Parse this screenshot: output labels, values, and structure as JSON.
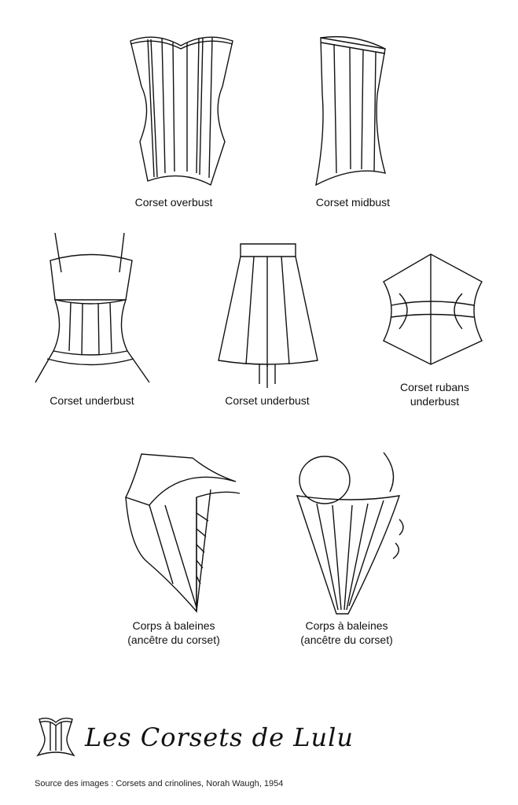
{
  "items": [
    {
      "caption": "Corset overbust"
    },
    {
      "caption": "Corset midbust"
    },
    {
      "caption": "Corset underbust"
    },
    {
      "caption": "Corset underbust"
    },
    {
      "caption_line1": "Corset rubans",
      "caption_line2": "underbust"
    },
    {
      "caption_line1": "Corps à baleines",
      "caption_line2": "(ancêtre du corset)"
    },
    {
      "caption_line1": "Corps à baleines",
      "caption_line2": "(ancêtre du corset)"
    }
  ],
  "brand": {
    "name": "Les Corsets de Lulu"
  },
  "footer": {
    "source": "Source des images : Corsets and crinolines, Norah Waugh, 1954"
  }
}
